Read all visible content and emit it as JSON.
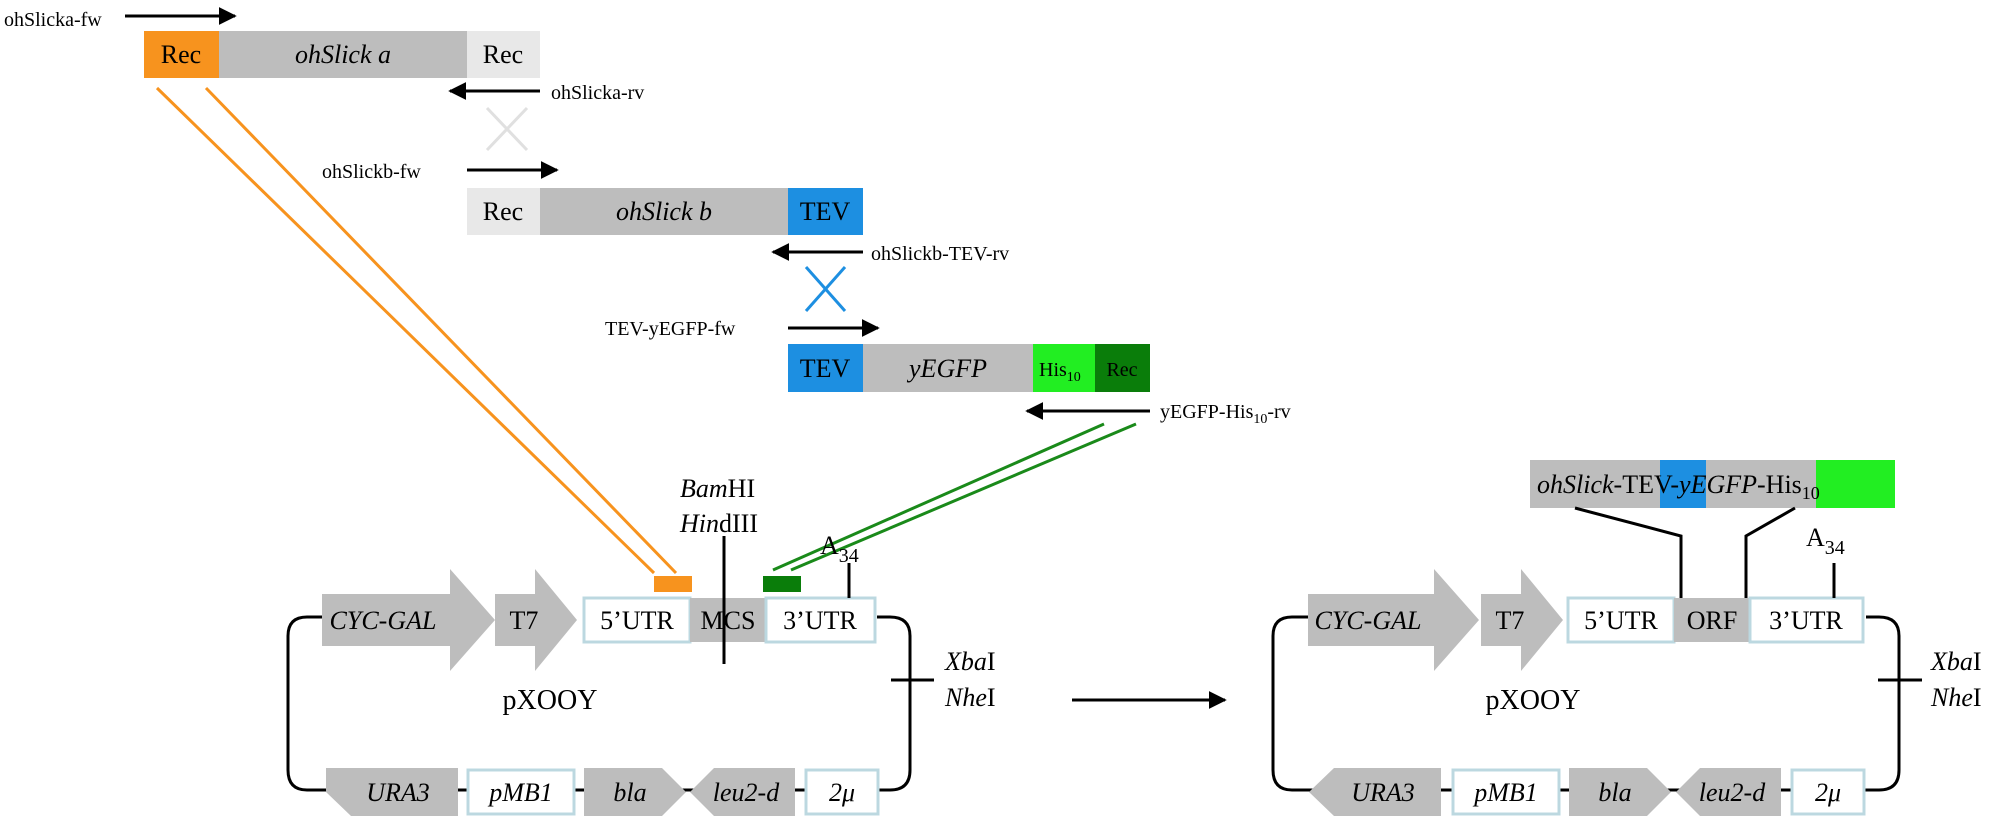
{
  "colors": {
    "gray": "#bdbdbd",
    "light_gray": "#e8e8e8",
    "orange": "#f7931e",
    "blue": "#1d8fe1",
    "green": "#22ee22",
    "dark_green": "#0a7d0a",
    "line_green": "#1a8a1a",
    "box_outline": "#bcd8e0",
    "black": "#000000"
  },
  "primers": {
    "ohslicka_fw": "ohSlicka-fw",
    "ohslicka_rv": "ohSlicka-rv",
    "ohslickb_fw": "ohSlickb-fw",
    "ohslickb_tev_rv": "ohSlickb-TEV-rv",
    "tev_yegfp_fw": "TEV-yEGFP-fw",
    "yegfp_his_rv": "yEGFP-His",
    "yegfp_his_rv_sub": "10",
    "yegfp_his_rv_suffix": "-rv"
  },
  "fragment_a": {
    "rec_left": "Rec",
    "gene": "ohSlick a",
    "rec_right": "Rec"
  },
  "fragment_b": {
    "rec": "Rec",
    "gene": "ohSlick b",
    "tev": "TEV"
  },
  "fragment_c": {
    "tev": "TEV",
    "gene": "yEGFP",
    "his": "His",
    "his_sub": "10",
    "rec": "Rec"
  },
  "plasmid_left": {
    "name": "pXOOY",
    "cyc_gal": "CYC-GAL",
    "t7": "T7",
    "utr5": "5’UTR",
    "mcs": "MCS",
    "utr3": "3’UTR",
    "bamhi_italic": "Bam",
    "bamhi_rest": "HI",
    "hindiii_italic": "Hin",
    "hindiii_rest": "dIII",
    "a34": "A",
    "a34_sub": "34",
    "xbai_italic": "Xba",
    "xbai_rest": "I",
    "nhei_italic": "Nhe",
    "nhei_rest": "I",
    "ura3": "URA3",
    "pmb1": "pMB1",
    "bla": "bla",
    "leu2d": "leu2-d",
    "two_mu": "2μ"
  },
  "plasmid_right": {
    "name": "pXOOY",
    "cyc_gal": "CYC-GAL",
    "t7": "T7",
    "utr5": "5’UTR",
    "orf": "ORF",
    "utr3": "3’UTR",
    "a34": "A",
    "a34_sub": "34",
    "xbai_italic": "Xba",
    "xbai_rest": "I",
    "nhei_italic": "Nhe",
    "nhei_rest": "I",
    "ura3": "URA3",
    "pmb1": "pMB1",
    "bla": "bla",
    "leu2d": "leu2-d",
    "two_mu": "2μ"
  },
  "orf_construct": {
    "ohslick": "ohSlick",
    "dash1": "-",
    "tev": "TEV",
    "dash2": "-",
    "yegfp": "yEGFP",
    "dash3": "-",
    "his": "His",
    "his_sub": "10"
  }
}
